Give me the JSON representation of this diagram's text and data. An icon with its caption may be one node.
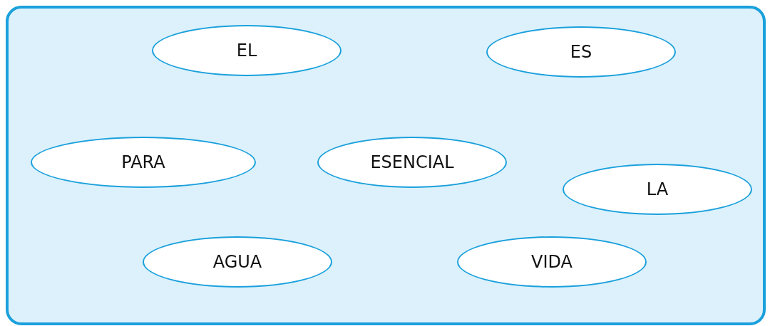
{
  "diagram": {
    "nodes": [
      {
        "text": [],
        "shape": "box"
      },
      {
        "text": [
          "EL"
        ],
        "in": 0
      },
      {
        "text": [
          "ES"
        ],
        "in": 0
      },
      {
        "text": [
          "PARA"
        ],
        "in": 0
      },
      {
        "text": [
          "ESENCIAL"
        ],
        "in": 0
      },
      {
        "text": [
          "LA"
        ],
        "in": 0
      },
      {
        "text": [
          "AGUA"
        ],
        "in": 0
      },
      {
        "text": [
          "VIDA"
        ],
        "in": 0
      }
    ]
  }
}
